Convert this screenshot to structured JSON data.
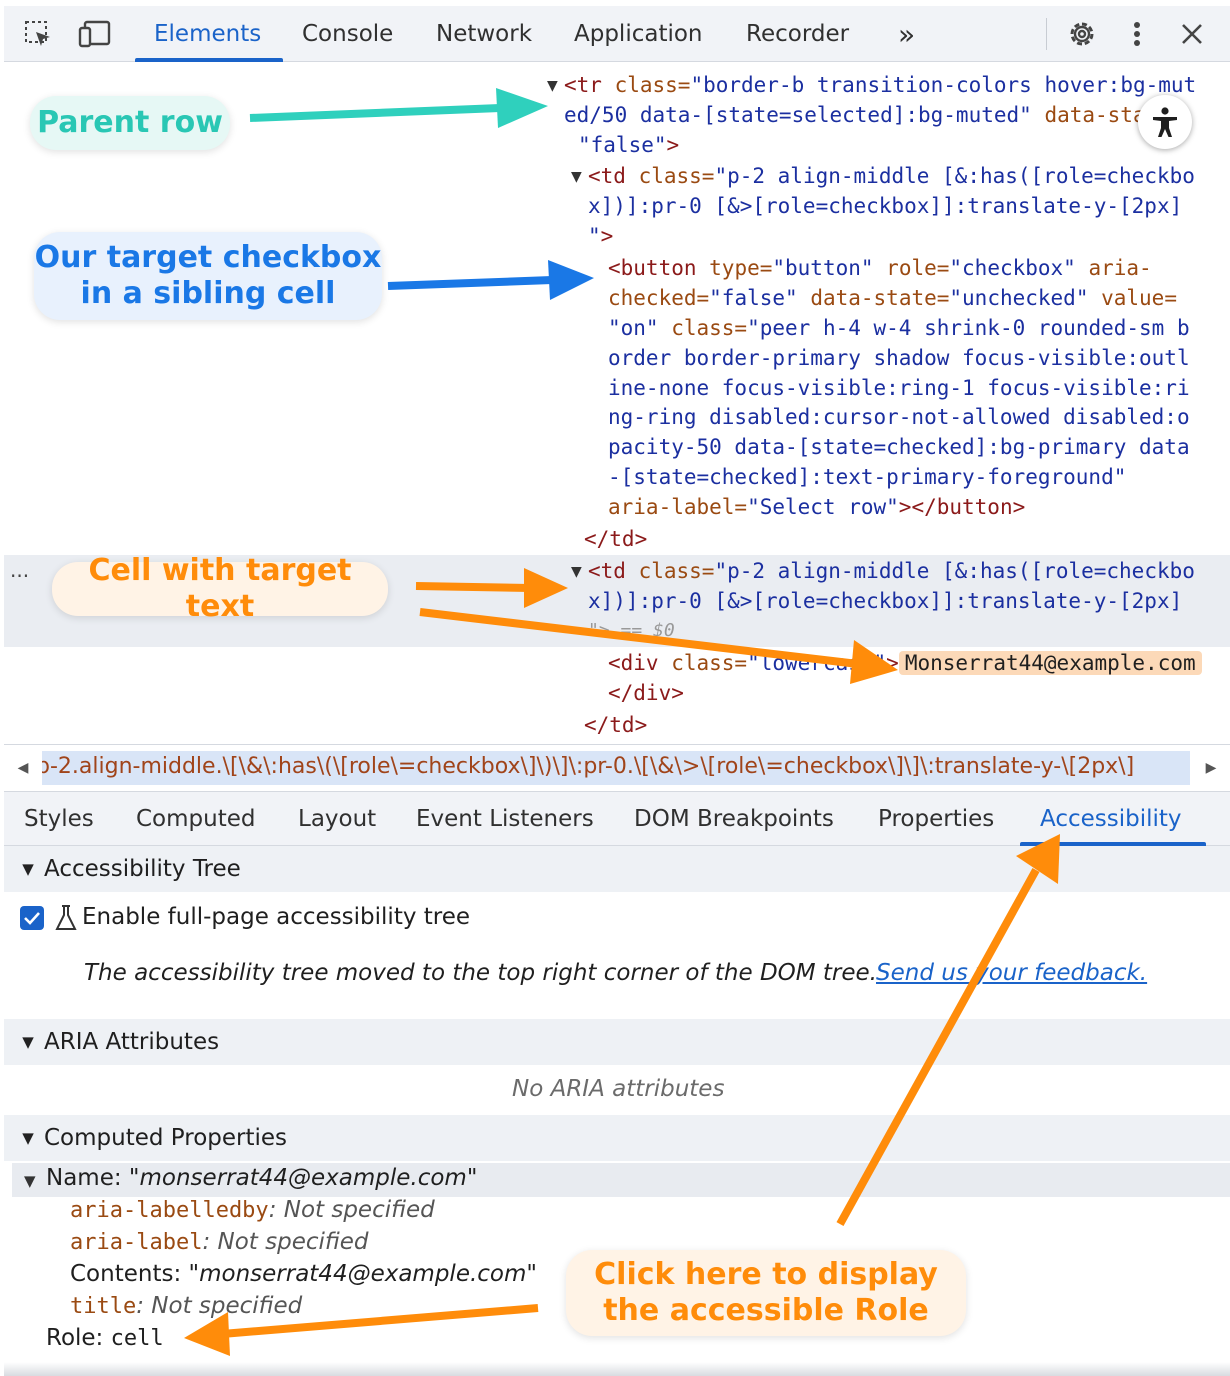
{
  "toolbar": {
    "tabs": [
      "Elements",
      "Console",
      "Network",
      "Application",
      "Recorder"
    ],
    "more": "»",
    "icons": [
      "inspect-element-icon",
      "device-toolbar-icon",
      "more-tabs-icon",
      "settings-gear-icon",
      "more-vertical-icon",
      "close-icon"
    ]
  },
  "dom": {
    "tr": {
      "open": "<tr",
      "class_attr": " class=",
      "class_val_1": "\"border-b transition-colors hover:bg-mut",
      "class_val_2": "ed/50 data-[state=selected]:bg-muted\"",
      "state_attr": " data-state=",
      "state_val": "\"false\"",
      "close": ">"
    },
    "td1": {
      "open": "<td",
      "class_attr": " class=",
      "class_val_1": "\"p-2 align-middle [&:has([role=checkbo",
      "class_val_2": "x])]:pr-0 [&>[role=checkbox]]:translate-y-[2px]",
      "class_val_3": "\"",
      "close": ">"
    },
    "button": {
      "line1_tag": "<button",
      "line1_a1": " type=",
      "line1_v1": "\"button\"",
      "line1_a2": " role=",
      "line1_v2": "\"checkbox\"",
      "line1_a3": " aria-",
      "line2_a": "checked=",
      "line2_v1": "\"false\"",
      "line2_a2": " data-state=",
      "line2_v2": "\"unchecked\"",
      "line2_a3": " value=",
      "line3_v": "\"on\"",
      "line3_a": " class=",
      "line3_v2": "\"peer h-4 w-4 shrink-0 rounded-sm b",
      "line4": "order border-primary shadow focus-visible:outl",
      "line5": "ine-none focus-visible:ring-1 focus-visible:ri",
      "line6": "ng-ring disabled:cursor-not-allowed disabled:o",
      "line7": "pacity-50 data-[state=checked]:bg-primary data",
      "line8": "-[state=checked]:text-primary-foreground\"",
      "line9_a": "aria-label=",
      "line9_v": "\"Select row\"",
      "line9_close": "></button>"
    },
    "td1_close": "</td>",
    "td2": {
      "open": "<td",
      "class_attr": " class=",
      "class_val_1": "\"p-2 align-middle [&:has([role=checkbo",
      "class_val_2": "x])]:pr-0 [&>[role=checkbox]]:translate-y-[2px]",
      "close_line": "\"> == $0"
    },
    "div": {
      "open": "<div",
      "class_attr": " class=",
      "class_val": "\"lowercase\"",
      "close": ">",
      "text": "Monserrat44@example.com",
      "end": "</div>"
    },
    "td2_close": "</td>",
    "ellipsis": "..."
  },
  "breadcrumb": {
    "text": "p-2.align-middle.\\[\\&\\:has\\(\\[role\\=checkbox\\]\\)\\]\\:pr-0.\\[\\&\\>\\[role\\=checkbox\\]\\]\\:translate-y-\\[2px\\]"
  },
  "panel_tabs": [
    "Styles",
    "Computed",
    "Layout",
    "Event Listeners",
    "DOM Breakpoints",
    "Properties",
    "Accessibility"
  ],
  "a11y": {
    "tree_title": "Accessibility Tree",
    "enable_label": "Enable full-page accessibility tree",
    "moved_note": "The accessibility tree moved to the top right corner of the DOM tree.",
    "feedback_link": "Send us your feedback.",
    "aria_title": "ARIA Attributes",
    "no_aria": "No ARIA attributes",
    "computed_title": "Computed Properties",
    "name_label": "Name: ",
    "name_value": "\"monserrat44@example.com\"",
    "labelledby_key": "aria-labelledby",
    "labelledby_val": ": Not specified",
    "label_key": "aria-label",
    "label_val": ": Not specified",
    "contents_label": "Contents: ",
    "contents_value": "\"monserrat44@example.com\"",
    "title_key": "title",
    "title_val": ": Not specified",
    "role_label": "Role: ",
    "role_value": "cell"
  },
  "annotations": {
    "parent_row": "Parent row",
    "target_checkbox": "Our target checkbox in a sibling cell",
    "cell_text": "Cell with target text",
    "display_role": "Click here to display the accessible Role"
  },
  "colors": {
    "accent_blue": "#1a63c9",
    "teal": "#29c7b4",
    "blue": "#1a78e6",
    "orange": "#ff8c0a"
  }
}
